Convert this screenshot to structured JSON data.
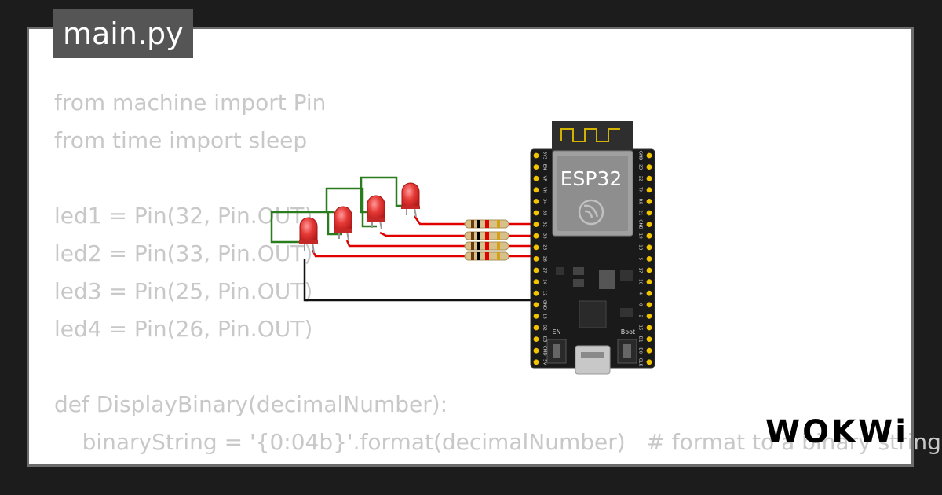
{
  "editor": {
    "tab_title": "main.py",
    "code_lines": [
      "from machine import Pin",
      "from time import sleep",
      "",
      "led1 = Pin(32, Pin.OUT)",
      "led2 = Pin(33, Pin.OUT)",
      "led3 = Pin(25, Pin.OUT)",
      "led4 = Pin(26, Pin.OUT)",
      "",
      "def DisplayBinary(decimalNumber):",
      "    binaryString = '{0:04b}'.format(decimalNumber)   # format to a binary string"
    ]
  },
  "board": {
    "chip_label": "ESP32",
    "left_pins": [
      "3V3",
      "EN",
      "VP",
      "VN",
      "34",
      "35",
      "32",
      "33",
      "25",
      "26",
      "27",
      "14",
      "12",
      "GND",
      "13",
      "D2",
      "D3",
      "CMD",
      "5V"
    ],
    "right_pins": [
      "GND",
      "23",
      "22",
      "TX",
      "RX",
      "21",
      "GND",
      "19",
      "18",
      "5",
      "17",
      "16",
      "4",
      "0",
      "2",
      "15",
      "D1",
      "D0",
      "CLK"
    ],
    "button_labels": [
      "EN",
      "Boot"
    ]
  },
  "brand": {
    "logo_text": "WOKWi"
  },
  "colors": {
    "background": "#1c1c1c",
    "card": "#ffffff",
    "code_text": "#c8c8c8",
    "tab_bg": "#555555",
    "led_red": "#e53935",
    "wire_red": "#e00000",
    "wire_green": "#2a7d1e",
    "wire_black": "#111111",
    "board": "#1a1a1a",
    "pin_gold": "#f2c400"
  }
}
